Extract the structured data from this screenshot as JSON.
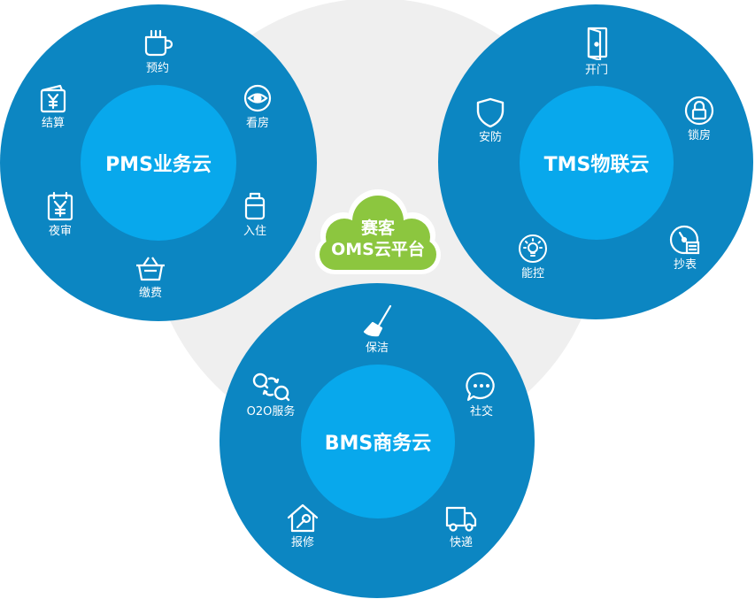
{
  "center": {
    "line1": "赛客",
    "line2": "OMS云平台",
    "color": "#8cc63f"
  },
  "colors": {
    "outer": "#0c86c2",
    "inner": "#08a8ec",
    "background": "#efefef"
  },
  "pms": {
    "title": "PMS业务云",
    "features": [
      {
        "label": "预约",
        "icon": "cup-icon"
      },
      {
        "label": "看房",
        "icon": "eye-icon"
      },
      {
        "label": "入住",
        "icon": "luggage-icon"
      },
      {
        "label": "缴费",
        "icon": "basket-icon"
      },
      {
        "label": "夜审",
        "icon": "calendar-yen-icon"
      },
      {
        "label": "结算",
        "icon": "wallet-yen-icon"
      }
    ]
  },
  "tms": {
    "title": "TMS物联云",
    "features": [
      {
        "label": "开门",
        "icon": "door-icon"
      },
      {
        "label": "锁房",
        "icon": "lock-icon"
      },
      {
        "label": "抄表",
        "icon": "meter-icon"
      },
      {
        "label": "能控",
        "icon": "bulb-icon"
      },
      {
        "label": "安防",
        "icon": "shield-icon"
      }
    ]
  },
  "bms": {
    "title": "BMS商务云",
    "features": [
      {
        "label": "保洁",
        "icon": "broom-icon"
      },
      {
        "label": "社交",
        "icon": "chat-icon"
      },
      {
        "label": "快递",
        "icon": "truck-icon"
      },
      {
        "label": "报修",
        "icon": "wrench-house-icon"
      },
      {
        "label": "O2O服务",
        "icon": "o2o-icon"
      }
    ]
  }
}
